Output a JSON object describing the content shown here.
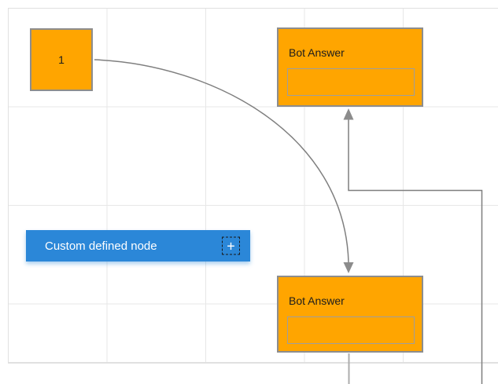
{
  "colors": {
    "canvas_bg": "#FFFFFF",
    "grid_line": "#E7E7E7",
    "grid_edge": "#E0E0E0",
    "node_orange": "#FFA500",
    "node_border": "#8D8D8D",
    "inner_border": "#9E9E9E",
    "node_blue": "#2B87D8",
    "connector": "#7F7F7F",
    "connector_light": "#ACACAC",
    "arrow": "#8C8C8C",
    "text_dark": "#1C1C1C",
    "text_light": "#FFFFFF"
  },
  "nodes": {
    "start": {
      "label": "1"
    },
    "bot_answer_top": {
      "title": "Bot Answer"
    },
    "bot_answer_bottom": {
      "title": "Bot Answer"
    },
    "custom": {
      "label": "Custom defined node",
      "plus_glyph": "+"
    }
  }
}
